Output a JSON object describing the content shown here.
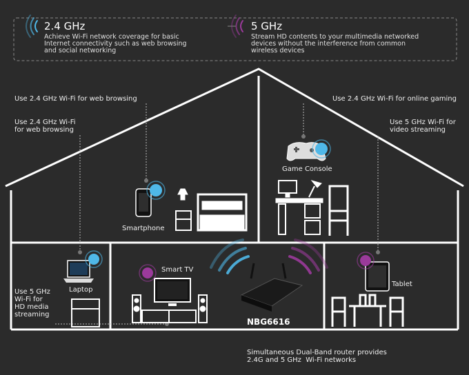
{
  "bands": [
    {
      "title": "2.4 GHz",
      "description": "Achieve Wi-Fi network coverage for basic\nInternet connectivity such as web browsing\nand social networking",
      "color": "#4fb8e8"
    },
    {
      "title": "5 GHz",
      "description": "Stream HD contents to your multimedia networked\ndevices without the interference from common\nwireless devices",
      "color": "#9b3a9b"
    }
  ],
  "callouts": {
    "top_left": "Use 2.4 GHz Wi-Fi for web browsing",
    "mid_left": "Use 2.4 GHz Wi-Fi\nfor web browsing",
    "low_left": "Use 5 GHz\nWi-Fi for\nHD media\nstreaming",
    "top_right": "Use 2.4 GHz Wi-Fi for online gaming",
    "mid_right": "Use 5 GHz Wi-Fi for\nvideo streaming",
    "router_note": "Simultaneous Dual-Band router provides\n2.4G and 5 GHz  Wi-Fi networks"
  },
  "devices": {
    "smartphone": "Smartphone",
    "game_console": "Game Console",
    "laptop": "Laptop",
    "smart_tv": "Smart TV",
    "tablet": "Tablet"
  },
  "router": {
    "name": "NBG6616"
  },
  "colors": {
    "background": "#2b2b2b",
    "house_line": "#ffffff",
    "wifi_24": "#4fb8e8",
    "wifi_5": "#9b3a9b",
    "leader": "#bbbbbb"
  }
}
